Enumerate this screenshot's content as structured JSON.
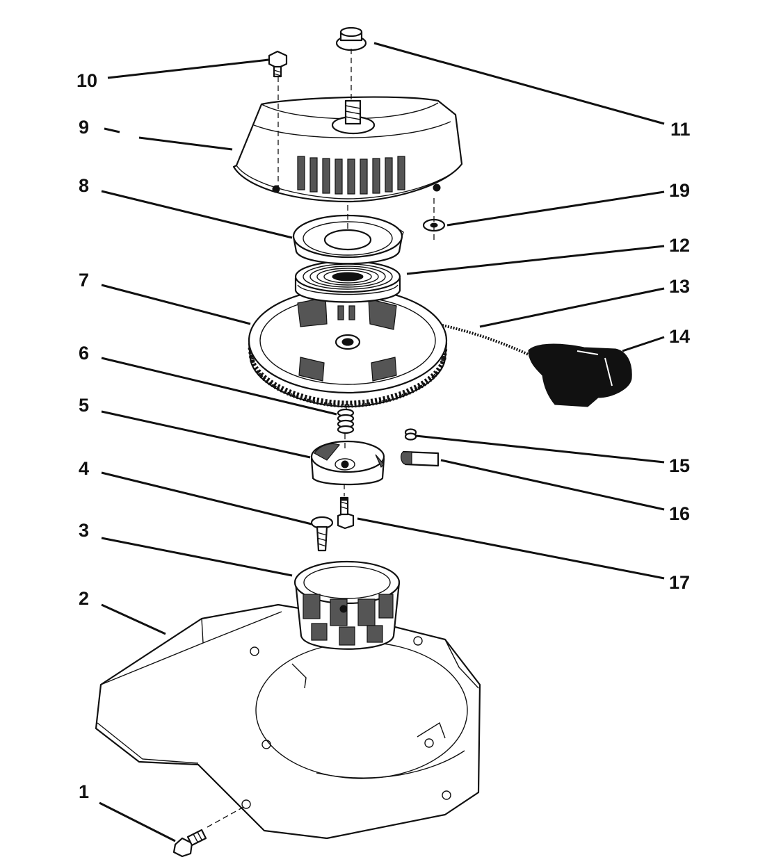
{
  "diagram": {
    "callouts": [
      {
        "id": "c1",
        "text": "1"
      },
      {
        "id": "c2",
        "text": "2"
      },
      {
        "id": "c3",
        "text": "3"
      },
      {
        "id": "c4",
        "text": "4"
      },
      {
        "id": "c5",
        "text": "5"
      },
      {
        "id": "c6",
        "text": "6"
      },
      {
        "id": "c7",
        "text": "7"
      },
      {
        "id": "c8",
        "text": "8"
      },
      {
        "id": "c9",
        "text": "9"
      },
      {
        "id": "c10",
        "text": "10"
      },
      {
        "id": "c11",
        "text": "11"
      },
      {
        "id": "c12",
        "text": "12"
      },
      {
        "id": "c13",
        "text": "13"
      },
      {
        "id": "c14",
        "text": "14"
      },
      {
        "id": "c15",
        "text": "15"
      },
      {
        "id": "c16",
        "text": "16"
      },
      {
        "id": "c17",
        "text": "17"
      },
      {
        "id": "c19",
        "text": "19"
      }
    ]
  }
}
